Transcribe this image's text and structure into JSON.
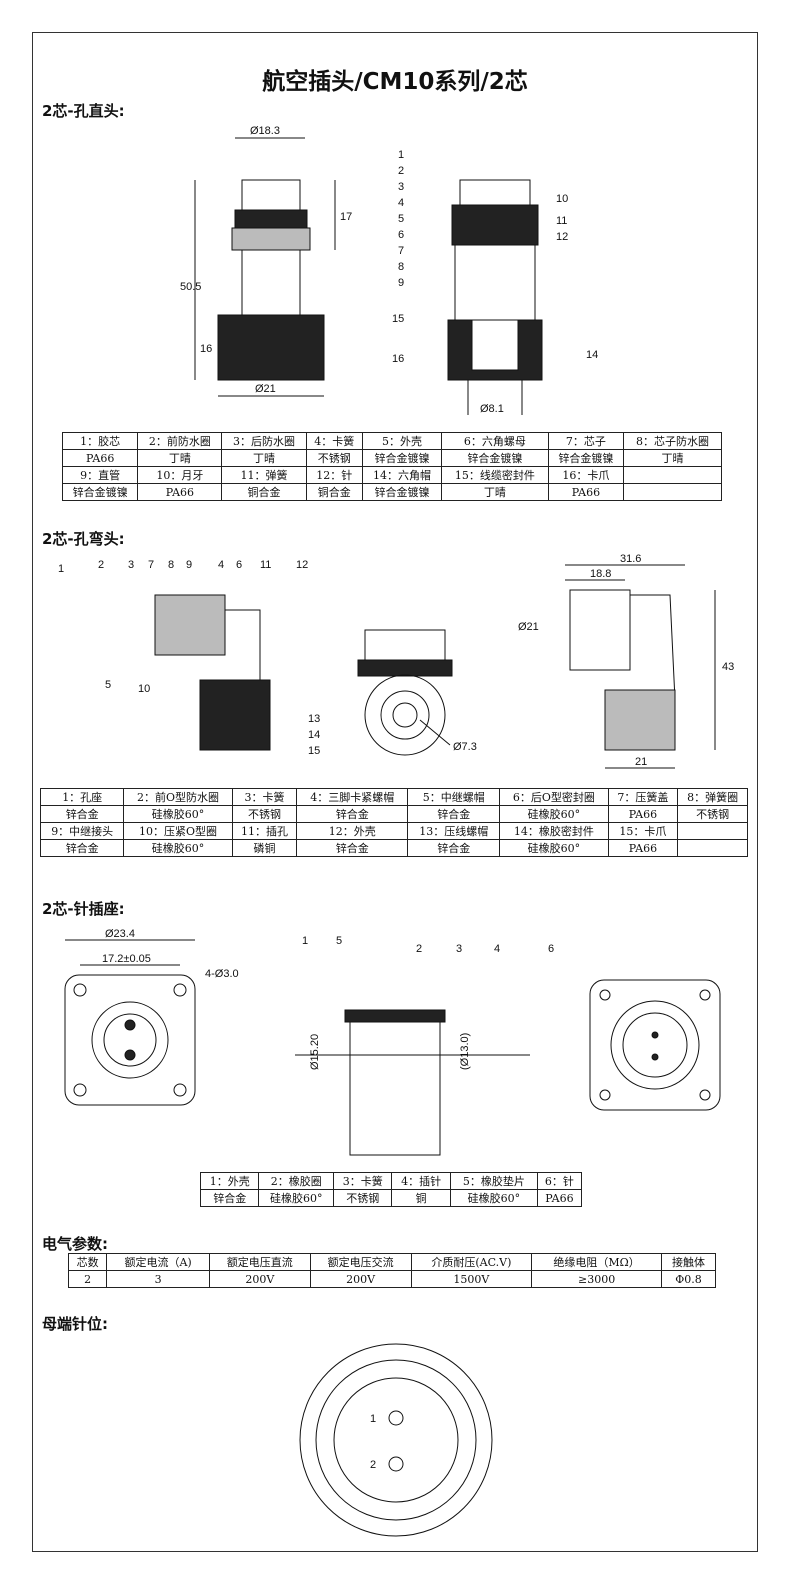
{
  "title": "航空插头/CM10系列/2芯",
  "sections": {
    "straight": "2芯-孔直头:",
    "elbow": "2芯-孔弯头:",
    "socket": "2芯-针插座:",
    "electrical": "电气参数:",
    "pinout": "母端针位:"
  },
  "straight_dims": {
    "d1": "Ø18.3",
    "h1": "17",
    "h2": "50.5",
    "h3": "16",
    "d2": "Ø21",
    "d3": "Ø8.1"
  },
  "straight_callouts": [
    "1",
    "2",
    "3",
    "4",
    "5",
    "6",
    "7",
    "8",
    "9",
    "10",
    "11",
    "12",
    "14",
    "15",
    "16"
  ],
  "straight_table": [
    [
      "1：胶芯",
      "2：前防水圈",
      "3：后防水圈",
      "4：卡簧",
      "5：外壳",
      "6：六角螺母",
      "7：芯子",
      "8：芯子防水圈"
    ],
    [
      "PA66",
      "丁晴",
      "丁晴",
      "不锈钢",
      "锌合金镀镍",
      "锌合金镀镍",
      "锌合金镀镍",
      "丁晴"
    ],
    [
      "9：直管",
      "10：月牙",
      "11：弹簧",
      "12：针",
      "14：六角帽",
      "15：线缆密封件",
      "16：卡爪",
      ""
    ],
    [
      "锌合金镀镍",
      "PA66",
      "铜合金",
      "铜合金",
      "锌合金镀镍",
      "丁晴",
      "PA66",
      ""
    ]
  ],
  "elbow_dims": {
    "w1": "31.6",
    "w2": "18.8",
    "d1": "Ø21",
    "h1": "43",
    "w3": "21",
    "d2": "Ø7.3"
  },
  "elbow_callouts": [
    "1",
    "2",
    "3",
    "7",
    "8",
    "9",
    "4",
    "6",
    "11",
    "12",
    "5",
    "10",
    "13",
    "14",
    "15"
  ],
  "elbow_table": [
    [
      "1：孔座",
      "2：前O型防水圈",
      "3：卡簧",
      "4：三脚卡紧螺帽",
      "5：中继螺帽",
      "6：后O型密封圈",
      "7：压簧盖",
      "8：弹簧圈"
    ],
    [
      "锌合金",
      "硅橡胶60°",
      "不锈钢",
      "锌合金",
      "锌合金",
      "硅橡胶60°",
      "PA66",
      "不锈钢"
    ],
    [
      "9：中继接头",
      "10：压紧O型圈",
      "11：插孔",
      "12：外壳",
      "13：压线螺帽",
      "14：橡胶密封件",
      "15：卡爪",
      ""
    ],
    [
      "锌合金",
      "硅橡胶60°",
      "磷铜",
      "锌合金",
      "锌合金",
      "硅橡胶60°",
      "PA66",
      ""
    ]
  ],
  "socket_dims": {
    "d1": "Ø23.4",
    "w1": "17.2±0.05",
    "holes": "4-Ø3.0",
    "h1": "Ø15.20",
    "h2": "(Ø13.0)"
  },
  "socket_callouts": [
    "1",
    "5",
    "2",
    "3",
    "4",
    "6"
  ],
  "socket_table": [
    [
      "1：外壳",
      "2：橡胶圈",
      "3：卡簧",
      "4：插针",
      "5：橡胶垫片",
      "6：针"
    ],
    [
      "锌合金",
      "硅橡胶60°",
      "不锈钢",
      "铜",
      "硅橡胶60°",
      "PA66"
    ]
  ],
  "electrical_table": [
    [
      "芯数",
      "额定电流（A)",
      "额定电压直流",
      "额定电压交流",
      "介质耐压(AC.V)",
      "绝缘电阻（MΩ）",
      "接触体"
    ],
    [
      "2",
      "3",
      "200V",
      "200V",
      "1500V",
      "≥3000",
      "Φ0.8"
    ]
  ],
  "pins": [
    "1",
    "2"
  ]
}
